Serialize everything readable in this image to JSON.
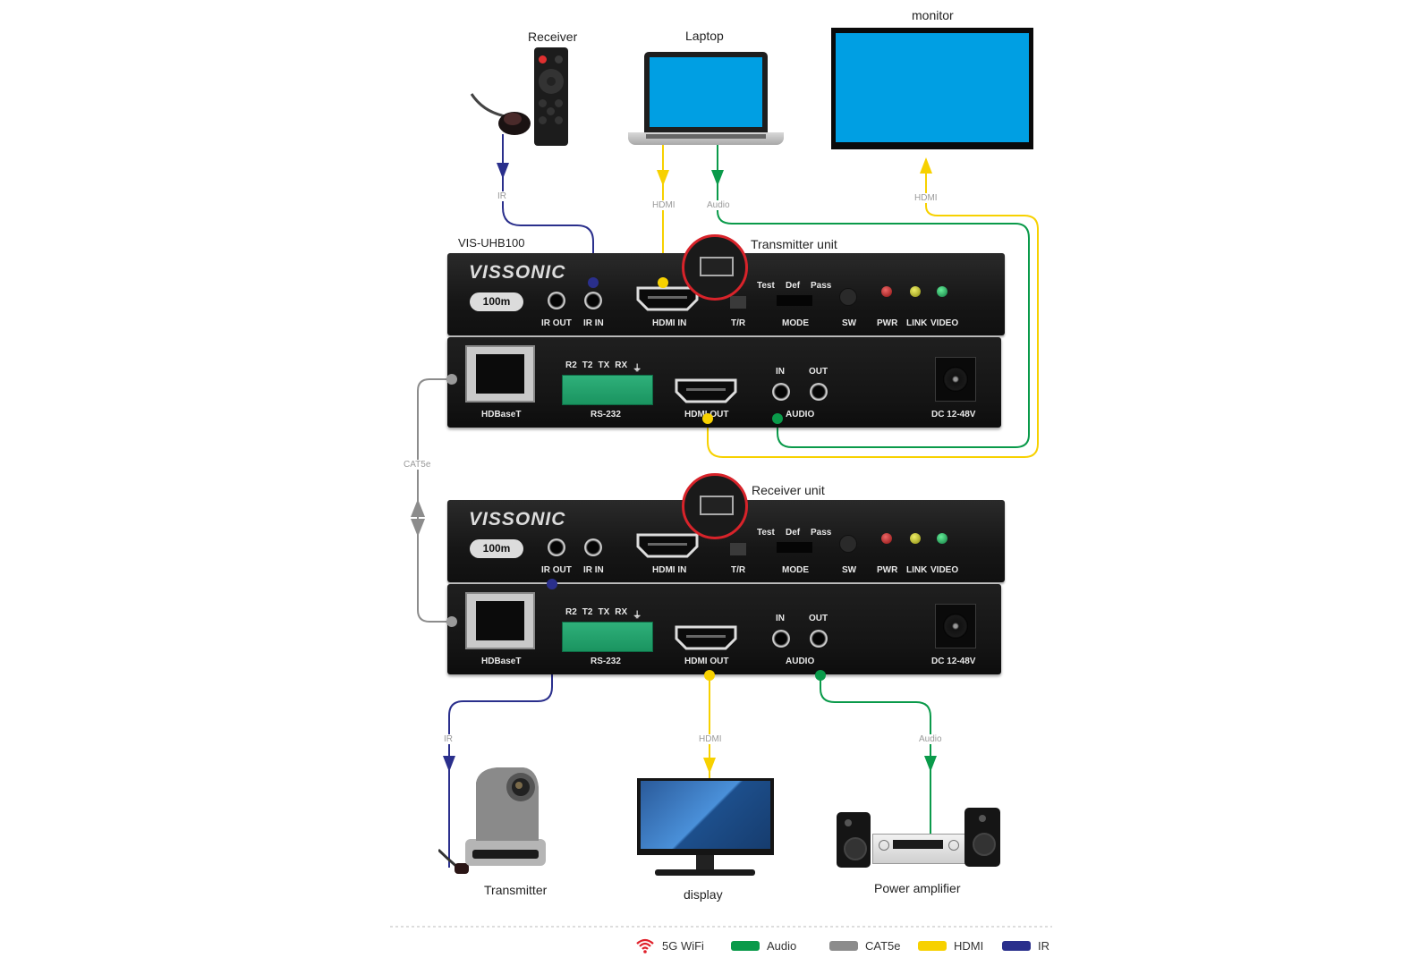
{
  "model": "VIS-UHB100",
  "brand": "VISSONIC",
  "distance_badge": "100m",
  "devices": {
    "ir_receiver": "Receiver",
    "laptop": "Laptop",
    "monitor": "monitor",
    "camera": "Transmitter",
    "display": "display",
    "amplifier": "Power amplifier"
  },
  "units": {
    "transmitter": "Transmitter unit",
    "receiver": "Receiver unit"
  },
  "front_panel": {
    "ir_out": "IR OUT",
    "ir_in": "IR IN",
    "hdmi_in": "HDMI IN",
    "tr": "T/R",
    "mode": "MODE",
    "mode_test": "Test",
    "mode_def": "Def",
    "mode_pass": "Pass",
    "sw": "SW",
    "pwr": "PWR",
    "link": "LINK",
    "video": "VIDEO"
  },
  "rear_panel": {
    "hdbaset": "HDBaseT",
    "rs232_pins": [
      "R2",
      "T2",
      "TX",
      "RX",
      "⏚"
    ],
    "rs232": "RS-232",
    "hdmi_out": "HDMI OUT",
    "audio_in": "IN",
    "audio_out": "OUT",
    "audio": "AUDIO",
    "dc": "DC 12-48V"
  },
  "wire_labels": {
    "ir_top": "IR",
    "hdmi_laptop": "HDMI",
    "audio_laptop": "Audio",
    "hdmi_monitor": "HDMI",
    "cat5e": "CAT5e",
    "ir_bottom": "IR",
    "hdmi_display": "HDMI",
    "audio_amp": "Audio"
  },
  "legend": [
    {
      "label": "5G WiFi",
      "icon": "wifi-icon",
      "color": "#e0202a"
    },
    {
      "label": "Audio",
      "color": "#0a9a4a"
    },
    {
      "label": "CAT5e",
      "color": "#8c8c8c"
    },
    {
      "label": "HDMI",
      "color": "#f7d100"
    },
    {
      "label": "IR",
      "color": "#2a2f8c"
    }
  ],
  "colors": {
    "ir": "#2a2f8c",
    "hdmi": "#f7d100",
    "audio": "#0a9a4a",
    "cat5e": "#8c8c8c",
    "screen": "#009fe3",
    "callout": "#d8232a"
  }
}
